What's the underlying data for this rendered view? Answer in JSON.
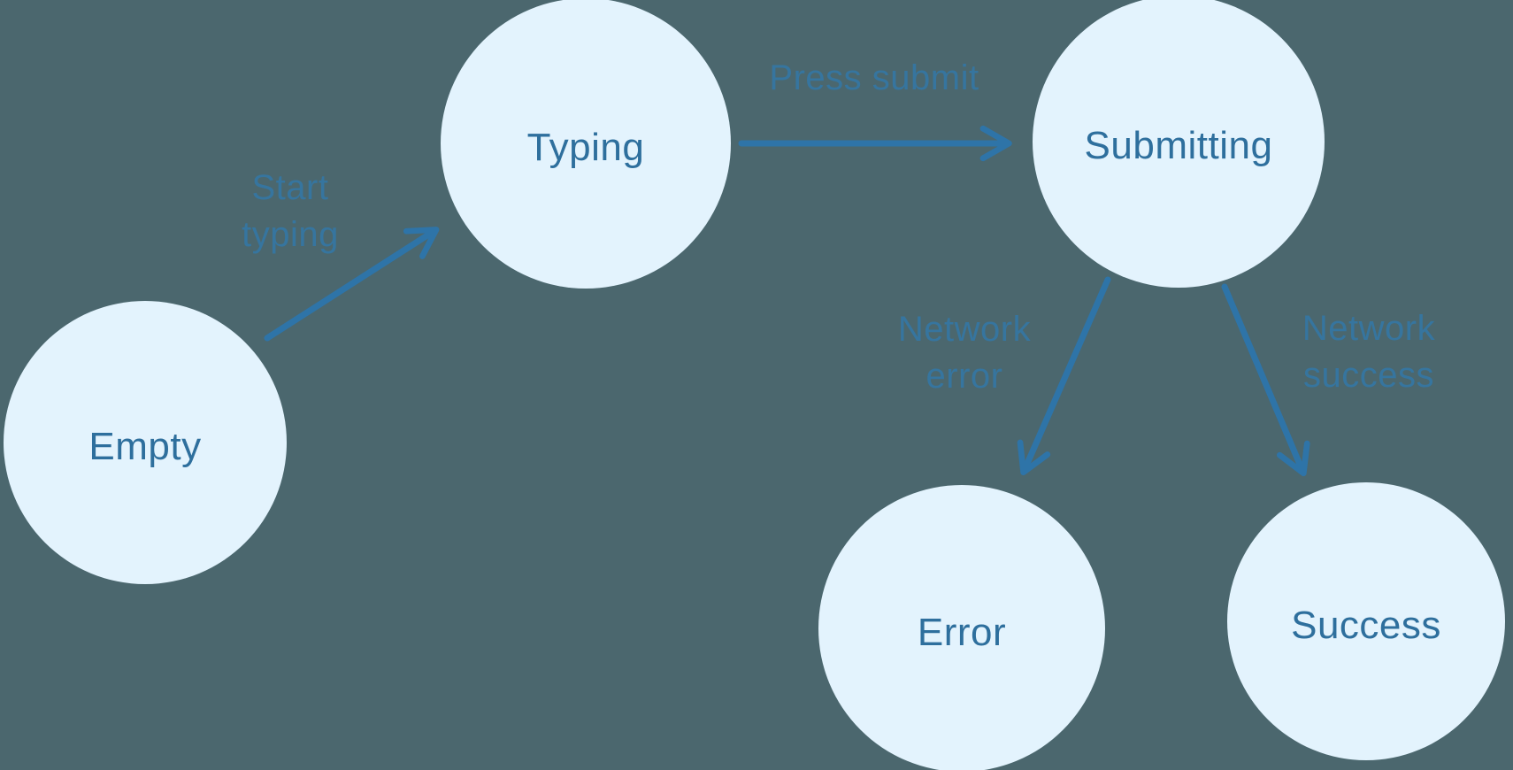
{
  "diagram": {
    "title": "form-submission-state-machine",
    "colors": {
      "background": "#4b676e",
      "node_fill": "#e3f3fd",
      "node_text": "#2e6f9d",
      "edge_stroke": "#2e74a8",
      "edge_label_text": "#36759f"
    },
    "nodes": [
      {
        "id": "empty",
        "label": "Empty"
      },
      {
        "id": "typing",
        "label": "Typing"
      },
      {
        "id": "submitting",
        "label": "Submitting"
      },
      {
        "id": "error",
        "label": "Error"
      },
      {
        "id": "success",
        "label": "Success"
      }
    ],
    "edges": [
      {
        "from": "empty",
        "to": "typing",
        "label": "Start typing",
        "label_lines": [
          "Start",
          "typing"
        ]
      },
      {
        "from": "typing",
        "to": "submitting",
        "label": "Press submit",
        "label_lines": [
          "Press submit"
        ]
      },
      {
        "from": "submitting",
        "to": "error",
        "label": "Network error",
        "label_lines": [
          "Network",
          "error"
        ]
      },
      {
        "from": "submitting",
        "to": "success",
        "label": "Network success",
        "label_lines": [
          "Network",
          "success"
        ]
      }
    ]
  }
}
